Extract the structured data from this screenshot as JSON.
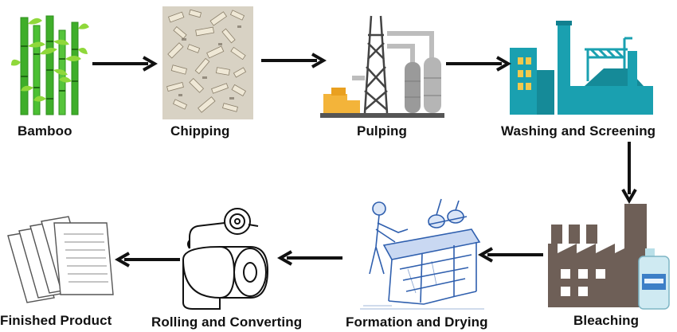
{
  "diagram": {
    "type": "process-flow",
    "steps": [
      {
        "label": "Bamboo",
        "icon": "bamboo-icon"
      },
      {
        "label": "Chipping",
        "icon": "wood-chips-photo"
      },
      {
        "label": "Pulping",
        "icon": "pulping-plant-icon"
      },
      {
        "label": "Washing and Screening",
        "icon": "factory-icon"
      },
      {
        "label": "Bleaching",
        "icon": "bleaching-factory-icon"
      },
      {
        "label": "Formation and Drying",
        "icon": "paper-machine-engraving"
      },
      {
        "label": "Rolling and Converting",
        "icon": "toilet-paper-roll-icon"
      },
      {
        "label": "Finished Product",
        "icon": "paper-sheets-icon"
      }
    ],
    "colors": {
      "bamboo_green": "#3fae2a",
      "teal": "#1aa0b0",
      "factory_brown": "#6e5f57",
      "engraving_blue": "#2f5fae",
      "arrow": "#111111"
    }
  }
}
